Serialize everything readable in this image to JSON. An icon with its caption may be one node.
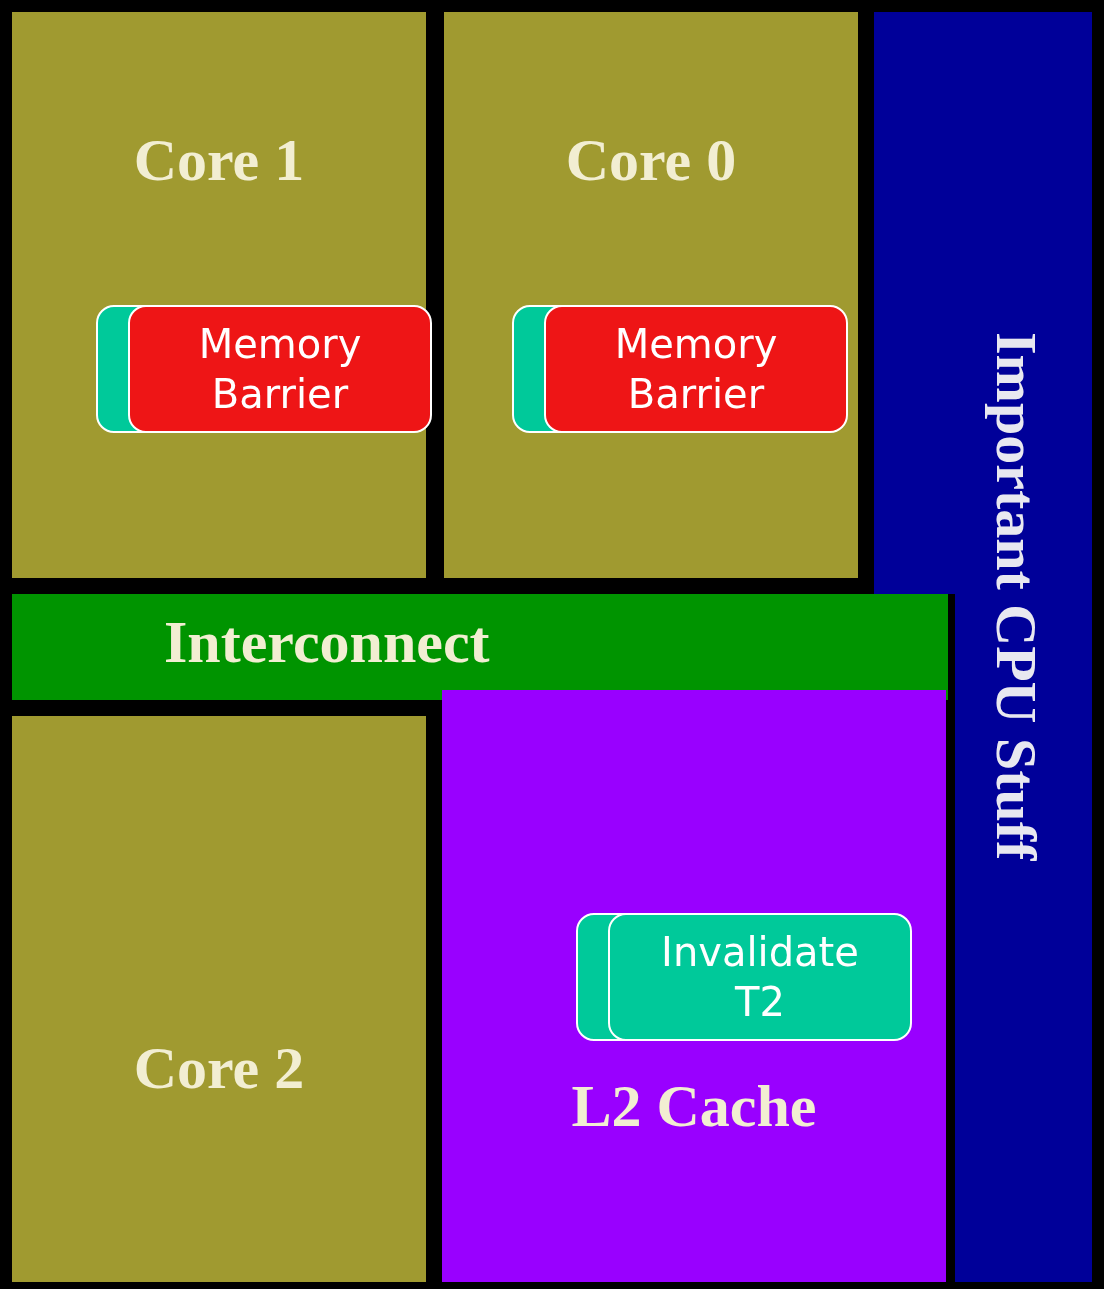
{
  "diagram": {
    "nodes": [
      {
        "text": [
          "Core 1"
        ]
      },
      {
        "text": [
          "Memory Barrier"
        ],
        "in": 0
      },
      {
        "text": [
          "Core 0"
        ]
      },
      {
        "text": [
          "Memory Barrier"
        ],
        "in": 2
      },
      {
        "text": [
          "Important CPU Stuff"
        ]
      },
      {
        "text": [
          "Interconnect"
        ]
      },
      {
        "text": [
          "Core 2"
        ]
      },
      {
        "text": [
          "L2 Cache"
        ]
      },
      {
        "text": [
          "Invalidate T2"
        ],
        "in": 7
      }
    ],
    "edges": []
  }
}
